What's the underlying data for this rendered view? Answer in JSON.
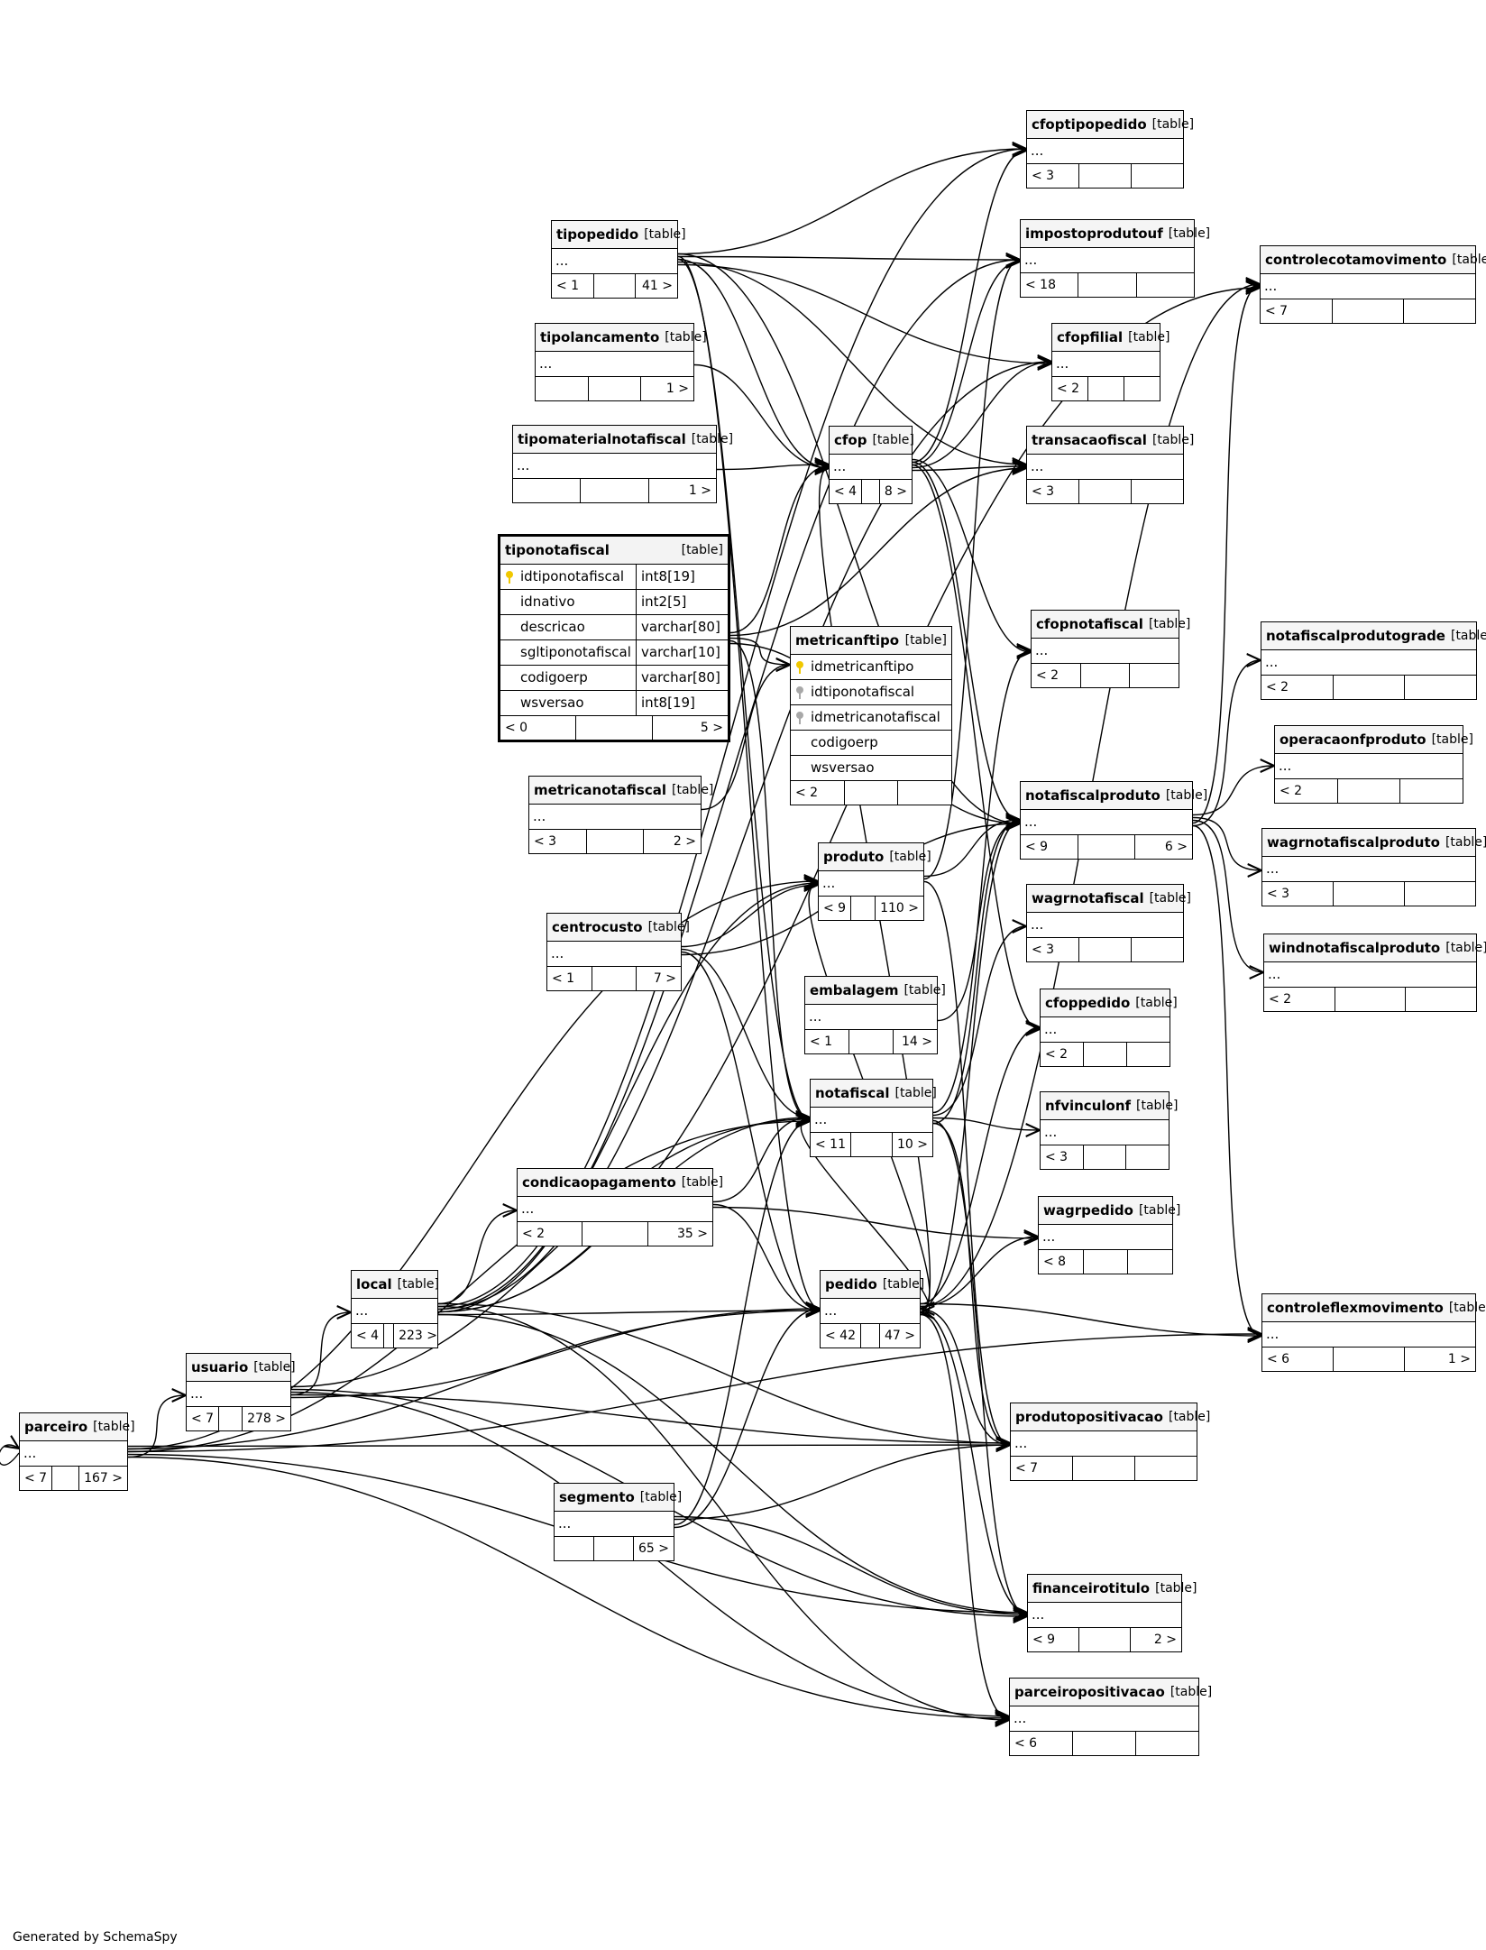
{
  "footer": "Generated by SchemaSpy",
  "table_type_label": "[table]",
  "focus_table": {
    "name": "tiponotafiscal",
    "columns": [
      {
        "name": "idtiponotafiscal",
        "type": "int8[19]",
        "key": "pk"
      },
      {
        "name": "idnativo",
        "type": "int2[5]",
        "key": ""
      },
      {
        "name": "descricao",
        "type": "varchar[80]",
        "key": ""
      },
      {
        "name": "sgltiponotafiscal",
        "type": "varchar[10]",
        "key": ""
      },
      {
        "name": "codigoerp",
        "type": "varchar[80]",
        "key": ""
      },
      {
        "name": "wsversao",
        "type": "int8[19]",
        "key": ""
      }
    ],
    "footer": [
      "< 0",
      "",
      "5 >"
    ]
  },
  "metricanftipo": {
    "name": "metricanftipo",
    "columns": [
      {
        "name": "idmetricanftipo",
        "key": "pk"
      },
      {
        "name": "idtiponotafiscal",
        "key": "fk"
      },
      {
        "name": "idmetricanotafiscal",
        "key": "fk"
      },
      {
        "name": "codigoerp",
        "key": ""
      },
      {
        "name": "wsversao",
        "key": ""
      }
    ],
    "footer": [
      "< 2",
      "",
      ""
    ]
  },
  "tables": [
    {
      "id": "cfoptipopedido",
      "name": "cfoptipopedido",
      "footer": [
        "< 3",
        "",
        ""
      ]
    },
    {
      "id": "impostoprodutouf",
      "name": "impostoprodutouf",
      "footer": [
        "< 18",
        "",
        ""
      ]
    },
    {
      "id": "controlecotamovimento",
      "name": "controlecotamovimento",
      "footer": [
        "< 7",
        "",
        ""
      ]
    },
    {
      "id": "tipopedido",
      "name": "tipopedido",
      "footer": [
        "< 1",
        "",
        "41 >"
      ]
    },
    {
      "id": "tipolancamento",
      "name": "tipolancamento",
      "footer": [
        "",
        "",
        "1 >"
      ]
    },
    {
      "id": "cfopfilial",
      "name": "cfopfilial",
      "footer": [
        "< 2",
        "",
        ""
      ]
    },
    {
      "id": "tipomaterialnotafiscal",
      "name": "tipomaterialnotafiscal",
      "footer": [
        "",
        "",
        "1 >"
      ]
    },
    {
      "id": "cfop",
      "name": "cfop",
      "footer": [
        "< 4",
        "",
        "8 >"
      ]
    },
    {
      "id": "transacaofiscal",
      "name": "transacaofiscal",
      "footer": [
        "< 3",
        "",
        ""
      ]
    },
    {
      "id": "cfopnotafiscal",
      "name": "cfopnotafiscal",
      "footer": [
        "< 2",
        "",
        ""
      ]
    },
    {
      "id": "notafiscalprodutograde",
      "name": "notafiscalprodutograde",
      "footer": [
        "< 2",
        "",
        ""
      ]
    },
    {
      "id": "operacaonfproduto",
      "name": "operacaonfproduto",
      "footer": [
        "< 2",
        "",
        ""
      ]
    },
    {
      "id": "metricanotafiscal",
      "name": "metricanotafiscal",
      "footer": [
        "< 3",
        "",
        "2 >"
      ]
    },
    {
      "id": "notafiscalproduto",
      "name": "notafiscalproduto",
      "footer": [
        "< 9",
        "",
        "6 >"
      ]
    },
    {
      "id": "wagrnotafiscalproduto",
      "name": "wagrnotafiscalproduto",
      "footer": [
        "< 3",
        "",
        ""
      ]
    },
    {
      "id": "produto",
      "name": "produto",
      "footer": [
        "< 9",
        "",
        "110 >"
      ]
    },
    {
      "id": "wagrnotafiscal",
      "name": "wagrnotafiscal",
      "footer": [
        "< 3",
        "",
        ""
      ]
    },
    {
      "id": "centrocusto",
      "name": "centrocusto",
      "footer": [
        "< 1",
        "",
        "7 >"
      ]
    },
    {
      "id": "windnotafiscalproduto",
      "name": "windnotafiscalproduto",
      "footer": [
        "< 2",
        "",
        ""
      ]
    },
    {
      "id": "embalagem",
      "name": "embalagem",
      "footer": [
        "< 1",
        "",
        "14 >"
      ]
    },
    {
      "id": "cfoppedido",
      "name": "cfoppedido",
      "footer": [
        "< 2",
        "",
        ""
      ]
    },
    {
      "id": "notafiscal",
      "name": "notafiscal",
      "footer": [
        "< 11",
        "",
        "10 >"
      ]
    },
    {
      "id": "nfvinculonf",
      "name": "nfvinculonf",
      "footer": [
        "< 3",
        "",
        ""
      ]
    },
    {
      "id": "condicaopagamento",
      "name": "condicaopagamento",
      "footer": [
        "< 2",
        "",
        "35 >"
      ]
    },
    {
      "id": "wagrpedido",
      "name": "wagrpedido",
      "footer": [
        "< 8",
        "",
        ""
      ]
    },
    {
      "id": "local",
      "name": "local",
      "footer": [
        "< 4",
        "",
        "223 >"
      ]
    },
    {
      "id": "pedido",
      "name": "pedido",
      "footer": [
        "< 42",
        "",
        "47 >"
      ]
    },
    {
      "id": "controleflexmovimento",
      "name": "controleflexmovimento",
      "footer": [
        "< 6",
        "",
        "1 >"
      ]
    },
    {
      "id": "usuario",
      "name": "usuario",
      "footer": [
        "< 7",
        "",
        "278 >"
      ]
    },
    {
      "id": "parceiro",
      "name": "parceiro",
      "footer": [
        "< 7",
        "",
        "167 >"
      ]
    },
    {
      "id": "produtopositivacao",
      "name": "produtopositivacao",
      "footer": [
        "< 7",
        "",
        ""
      ]
    },
    {
      "id": "segmento",
      "name": "segmento",
      "footer": [
        "",
        "",
        "65 >"
      ]
    },
    {
      "id": "financeirotitulo",
      "name": "financeirotitulo",
      "footer": [
        "< 9",
        "",
        "2 >"
      ]
    },
    {
      "id": "parceiropositivacao",
      "name": "parceiropositivacao",
      "footer": [
        "< 6",
        "",
        ""
      ]
    }
  ]
}
